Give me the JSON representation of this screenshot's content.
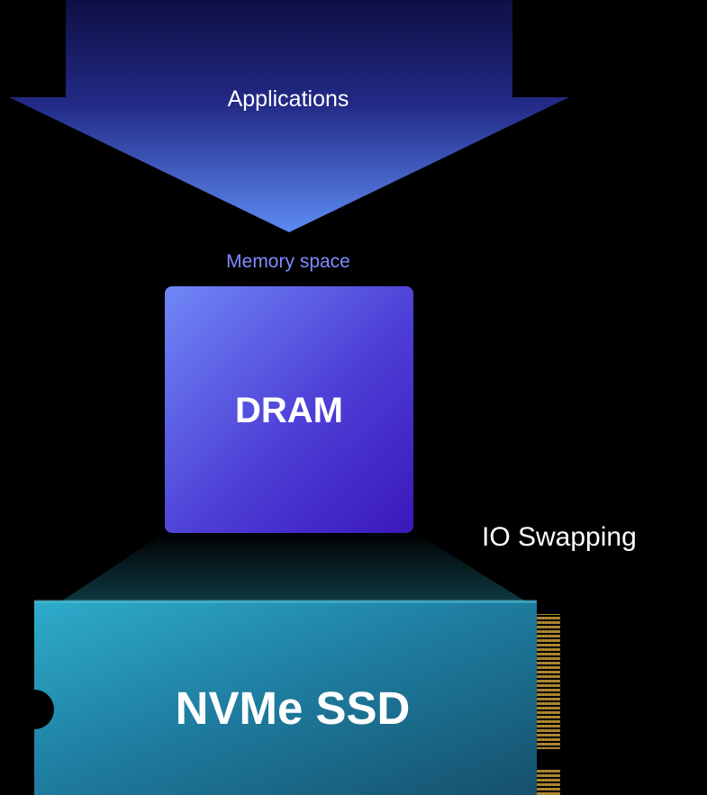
{
  "arrow": {
    "label": "Applications"
  },
  "memory": {
    "caption": "Memory space"
  },
  "dram": {
    "label": "DRAM"
  },
  "swap": {
    "label": "IO Swapping"
  },
  "ssd": {
    "label": "NVMe SSD"
  },
  "colors": {
    "background": "#000000",
    "arrow_top": "#1c2166",
    "arrow_bottom": "#5b82ee",
    "dram_light": "#6f86f5",
    "dram_dark": "#3d1fc2",
    "memory_caption": "#7f8bff",
    "ssd_light": "#2ea5c6",
    "ssd_dark": "#17566f",
    "connector_gold": "#c9a64a",
    "text": "#ffffff"
  }
}
